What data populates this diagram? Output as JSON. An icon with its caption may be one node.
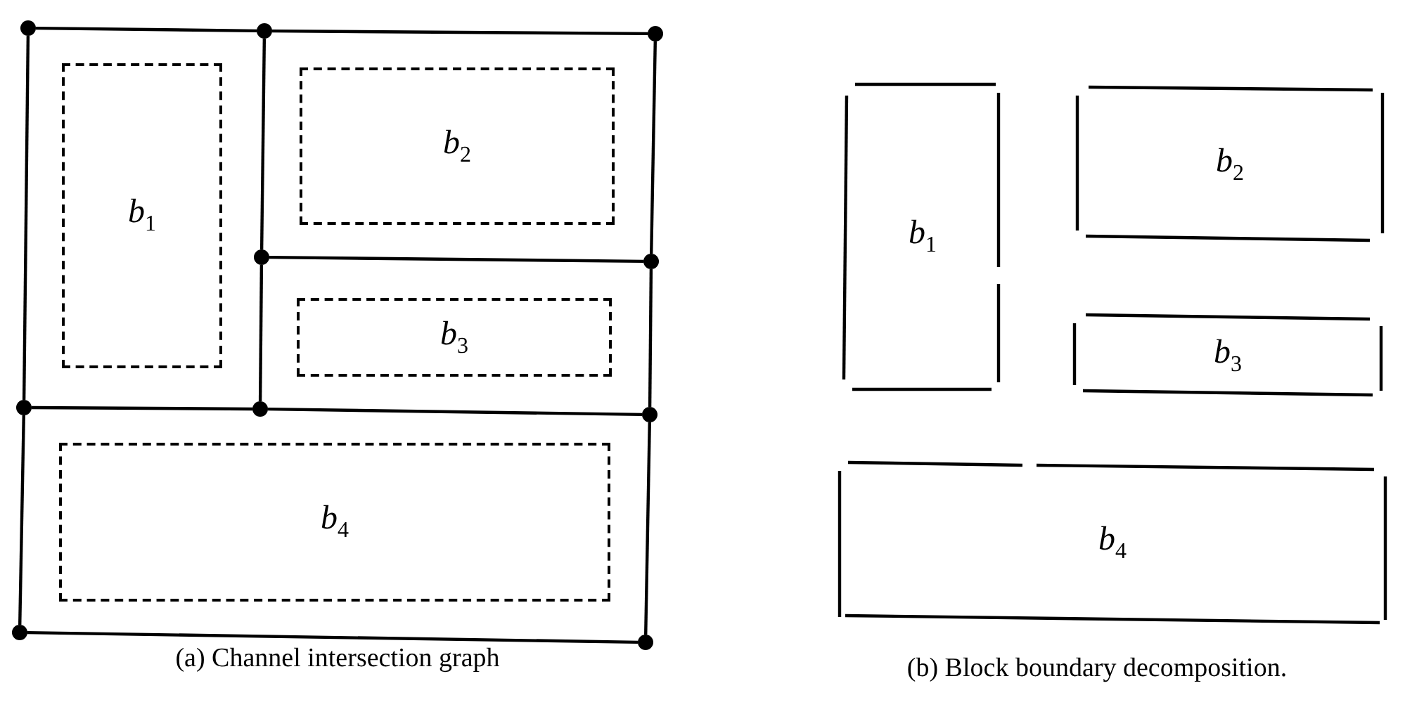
{
  "diagram": {
    "nodes": [
      {
        "text": [],
        "shape": "circle"
      },
      {
        "text": [],
        "shape": "circle"
      },
      {
        "text": [],
        "shape": "circle"
      },
      {
        "text": [],
        "shape": "circle"
      },
      {
        "text": [],
        "shape": "circle"
      },
      {
        "text": [],
        "shape": "circle"
      },
      {
        "text": [],
        "shape": "circle"
      },
      {
        "text": [],
        "shape": "circle"
      },
      {
        "text": [],
        "shape": "circle"
      },
      {
        "text": [],
        "shape": "circle"
      },
      {
        "text": [
          "*b*$_{1}$"
        ]
      },
      {
        "text": [
          "*b*$_{2}$"
        ]
      },
      {
        "text": [
          "*b*$_{3}$"
        ]
      },
      {
        "text": [
          "*b*$_{4}$"
        ]
      },
      {
        "text": [
          "*b*$_{1}$"
        ]
      },
      {
        "text": [
          "*b*$_{2}$"
        ]
      },
      {
        "text": [
          "*b*$_{3}$"
        ]
      },
      {
        "text": [
          "*b*$_{4}$"
        ]
      }
    ],
    "edges": [
      {
        "from": 0,
        "to": 1,
        "arrow": "none"
      },
      {
        "from": 1,
        "to": 2,
        "arrow": "none"
      },
      {
        "from": 0,
        "to": 5,
        "arrow": "none"
      },
      {
        "from": 1,
        "to": 3,
        "arrow": "none"
      },
      {
        "from": 2,
        "to": 4,
        "arrow": "none"
      },
      {
        "from": 3,
        "to": 4,
        "arrow": "none"
      },
      {
        "from": 3,
        "to": 6,
        "arrow": "none"
      },
      {
        "from": 4,
        "to": 7,
        "arrow": "none"
      },
      {
        "from": 5,
        "to": 6,
        "arrow": "none"
      },
      {
        "from": 6,
        "to": 7,
        "arrow": "none"
      },
      {
        "from": 5,
        "to": 8,
        "arrow": "none"
      },
      {
        "from": 7,
        "to": 9,
        "arrow": "none"
      },
      {
        "from": 8,
        "to": 9,
        "arrow": "none"
      }
    ],
    "labels": [
      "(a) Channel intersection graph",
      "(b) Block boundary decomposition."
    ]
  }
}
